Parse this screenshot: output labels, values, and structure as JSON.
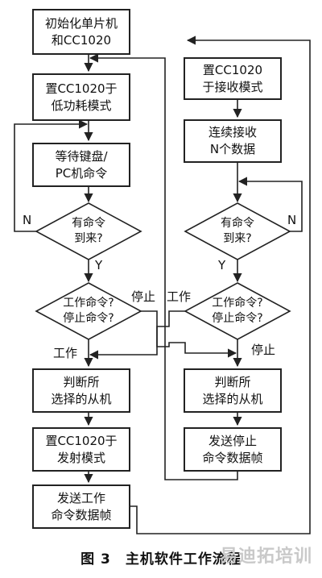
{
  "left": {
    "init": "初始化单片机\n和CC1020",
    "lowpower": "置CC1020于\n低功耗模式",
    "wait": "等待键盘/\nPC机命令",
    "has_cmd": "有命令\n到来?",
    "work_stop": "工作命令?\n停止命令?",
    "judge": "判断所\n选择的从机",
    "tx_mode": "置CC1020于\n发射模式",
    "send_work": "发送工作\n命令数据帧"
  },
  "right": {
    "rx_mode": "置CC1020\n于接收模式",
    "recv_n": "连续接收\nN个数据",
    "has_cmd": "有命令\n到来?",
    "work_stop": "工作命令?\n停止命令?",
    "judge": "判断所\n选择的从机",
    "send_stop": "发送停止\n命令数据帧"
  },
  "labels": {
    "n_left": "N",
    "y_left": "Y",
    "stop_left": "停止",
    "work_left_below": "工作",
    "work_right": "工作",
    "n_right": "N",
    "y_right": "Y",
    "stop_right_below": "停止"
  },
  "caption": "图 3　主机软件工作流程",
  "watermark": "易迪拓培训"
}
